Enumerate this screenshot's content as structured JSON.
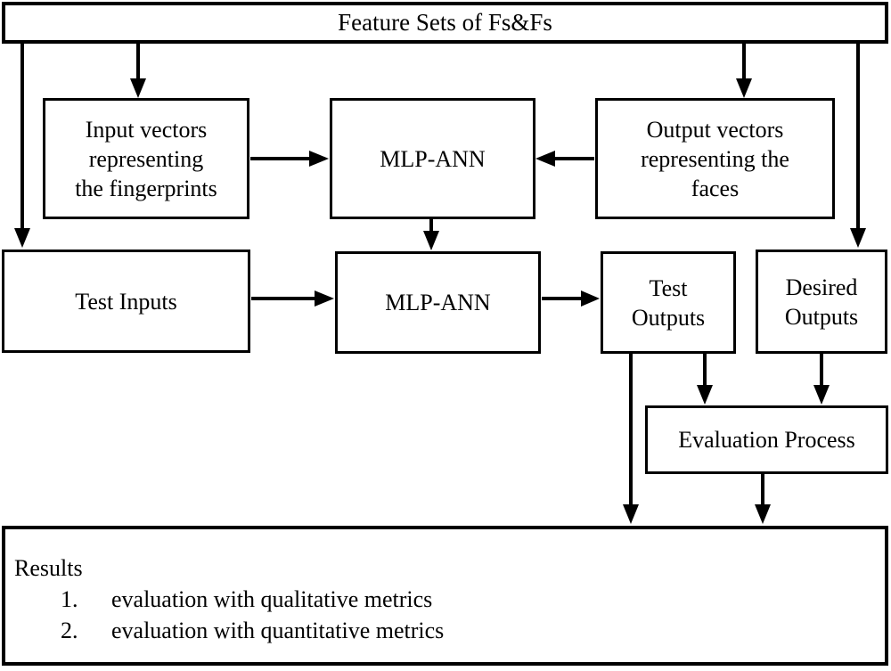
{
  "diagram": {
    "colors": {
      "background": "#ffffff",
      "stroke": "#000000",
      "text": "#000000"
    },
    "nodes": {
      "feature_sets": {
        "label": "Feature Sets of Fs&Fs"
      },
      "input_vectors": {
        "lines": [
          "Input vectors",
          "representing",
          "the fingerprints"
        ]
      },
      "mlp_ann_top": {
        "label": "MLP-ANN"
      },
      "output_vectors": {
        "lines": [
          "Output vectors",
          "representing the",
          "faces"
        ]
      },
      "test_inputs": {
        "label": "Test Inputs"
      },
      "mlp_ann_bottom": {
        "label": "MLP-ANN"
      },
      "test_outputs": {
        "lines": [
          "Test",
          "Outputs"
        ]
      },
      "desired_outputs": {
        "lines": [
          "Desired",
          "Outputs"
        ]
      },
      "evaluation_process": {
        "label": "Evaluation Process"
      },
      "results": {
        "heading": "Results",
        "items": [
          {
            "num": "1.",
            "text": "evaluation with qualitative metrics"
          },
          {
            "num": "2.",
            "text": "evaluation with quantitative metrics"
          }
        ]
      }
    },
    "edges": [
      {
        "from": "feature_sets",
        "to": "test_inputs"
      },
      {
        "from": "feature_sets",
        "to": "input_vectors"
      },
      {
        "from": "feature_sets",
        "to": "output_vectors"
      },
      {
        "from": "feature_sets",
        "to": "desired_outputs"
      },
      {
        "from": "input_vectors",
        "to": "mlp_ann_top"
      },
      {
        "from": "output_vectors",
        "to": "mlp_ann_top"
      },
      {
        "from": "mlp_ann_top",
        "to": "mlp_ann_bottom"
      },
      {
        "from": "test_inputs",
        "to": "mlp_ann_bottom"
      },
      {
        "from": "mlp_ann_bottom",
        "to": "test_outputs"
      },
      {
        "from": "test_outputs",
        "to": "results"
      },
      {
        "from": "test_outputs",
        "to": "evaluation_process"
      },
      {
        "from": "desired_outputs",
        "to": "evaluation_process"
      },
      {
        "from": "evaluation_process",
        "to": "results"
      }
    ]
  }
}
